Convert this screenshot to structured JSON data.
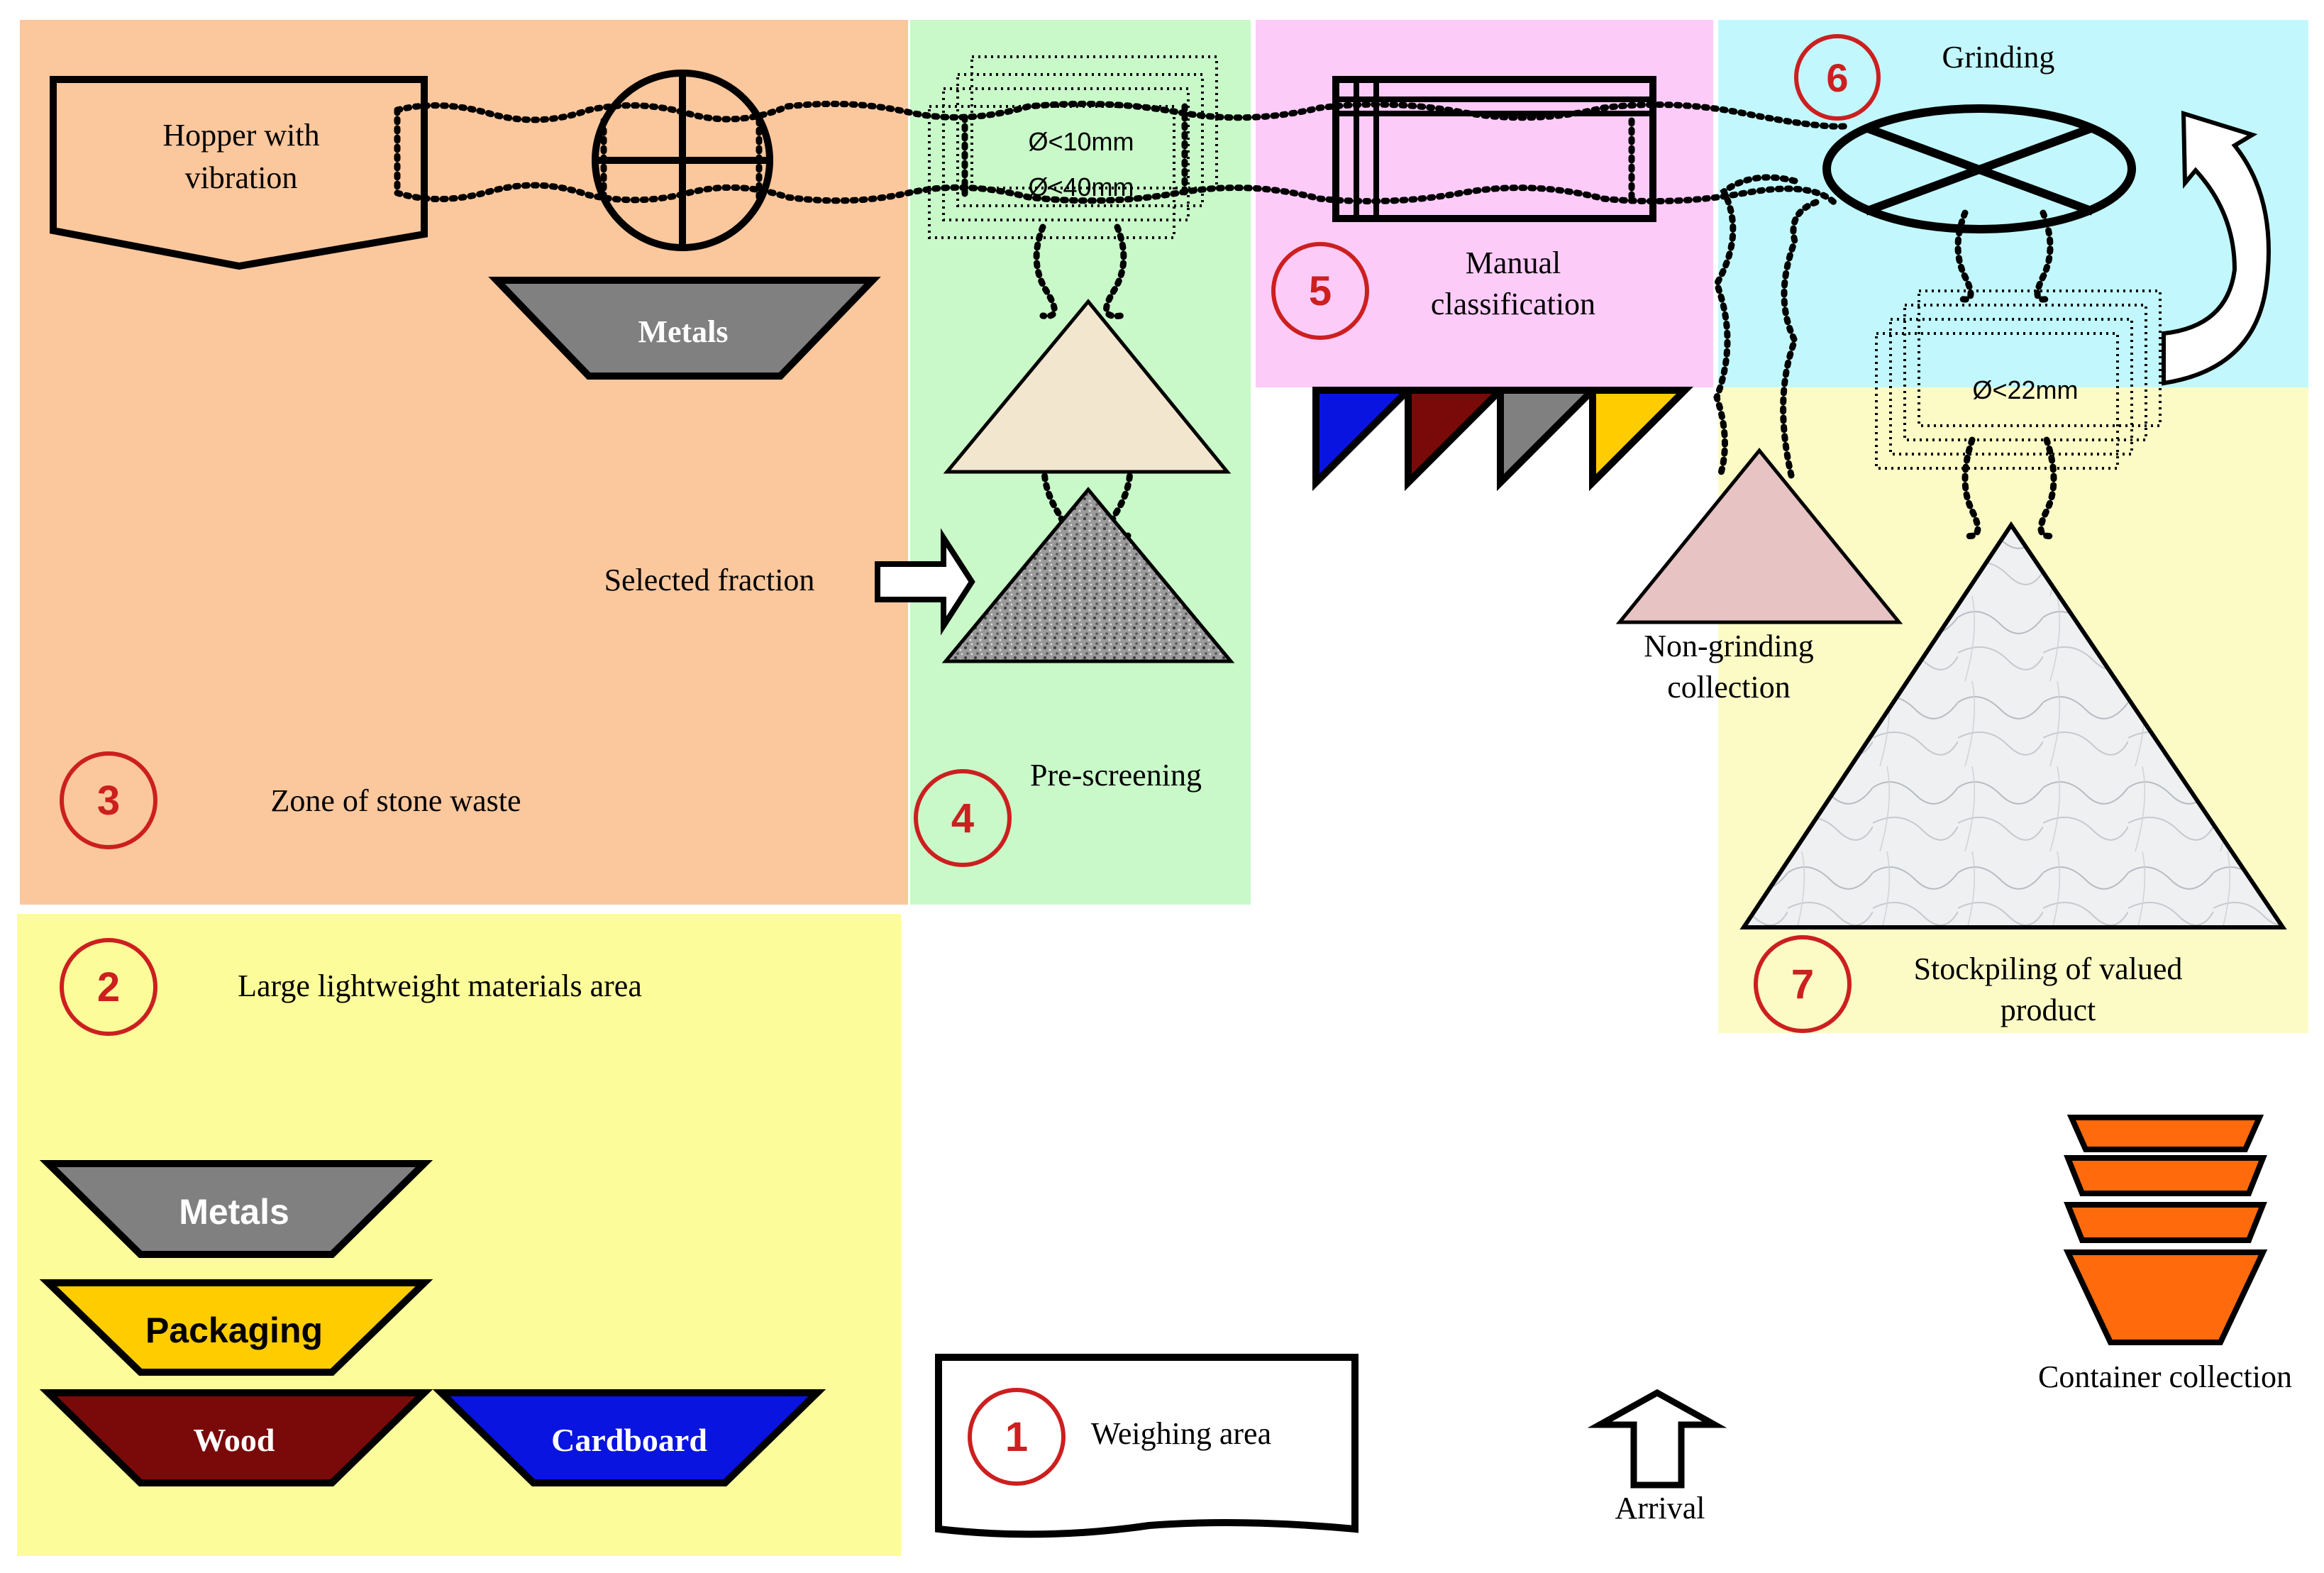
{
  "colors": {
    "stone_zone": "#fbc79d",
    "prescreen_zone": "#c9f8c9",
    "manual_zone": "#fdcbf8",
    "grinding_zone": "#c2f8fd",
    "stockpile_zone": "#fcfbc6",
    "lightweight_zone": "#fdfc9a",
    "number_red": "#cc1f1f",
    "metals_grey": "#808080",
    "packaging_yellow": "#ffcc00",
    "wood_maroon": "#7a0a0a",
    "cardboard_blue": "#0a14e0",
    "container_orange": "#ff6a0d"
  },
  "zones": {
    "z1": {
      "number": "1",
      "label": "Weighing area"
    },
    "z2": {
      "number": "2",
      "label": "Large lightweight materials area"
    },
    "z3": {
      "number": "3",
      "label": "Zone of stone waste"
    },
    "z4": {
      "number": "4",
      "label": "Pre-screening"
    },
    "z5": {
      "number": "5",
      "label_line1": "Manual",
      "label_line2": "classification"
    },
    "z6": {
      "number": "6",
      "label": "Grinding"
    },
    "z7": {
      "number": "7",
      "label_line1": "Stockpiling of valued",
      "label_line2": "product"
    }
  },
  "hopper": {
    "line1": "Hopper with",
    "line2": "vibration"
  },
  "bins": {
    "metals_magnet": "Metals",
    "metals": "Metals",
    "packaging": "Packaging",
    "wood": "Wood",
    "cardboard": "Cardboard"
  },
  "screens": {
    "fine": "Ø<10mm",
    "coarse": "Ø<40mm",
    "grind": "Ø<22mm"
  },
  "selected_fraction": "Selected fraction",
  "non_grinding": {
    "line1": "Non-grinding",
    "line2": "collection"
  },
  "container_collection": "Container collection",
  "arrival": "Arrival",
  "sorting_bin_colors": [
    "blue",
    "maroon",
    "grey",
    "yellow"
  ]
}
